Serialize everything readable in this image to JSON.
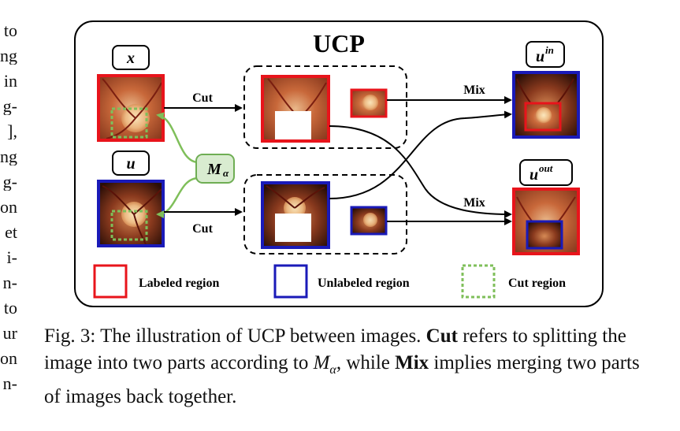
{
  "margin_text": [
    "to",
    "ng",
    "in",
    "g-",
    "],",
    "ng",
    "g-",
    "on",
    "et",
    "i-",
    "n-",
    "to",
    "ur",
    "on",
    "n-"
  ],
  "figure": {
    "title": "UCP",
    "labels": {
      "x": "x",
      "u": "u",
      "u_in": "u",
      "u_in_sup": "in",
      "u_out": "u",
      "u_out_sup": "out",
      "mask": "M",
      "mask_sub": "α",
      "cut_top": "Cut",
      "cut_bottom": "Cut",
      "mix_top": "Mix",
      "mix_bottom": "Mix"
    },
    "legend": {
      "labeled": "Labeled region",
      "unlabeled": "Unlabeled region",
      "cut": "Cut region"
    },
    "colors": {
      "labeled": "#e8141b",
      "unlabeled": "#1a1ab8",
      "cut": "#7fbf5a",
      "mask_fill": "#d9ecd0",
      "mask_border": "#6fae54"
    }
  },
  "caption": {
    "prefix": "Fig. 3: The illustration of UCP between images. ",
    "cut_word": "Cut",
    "mid1": " refers to splitting the image into two parts according to ",
    "m": "M",
    "m_sub": "α",
    "mid2": ", while ",
    "mix_word": "Mix",
    "suffix": " implies merging two parts of images back together."
  }
}
